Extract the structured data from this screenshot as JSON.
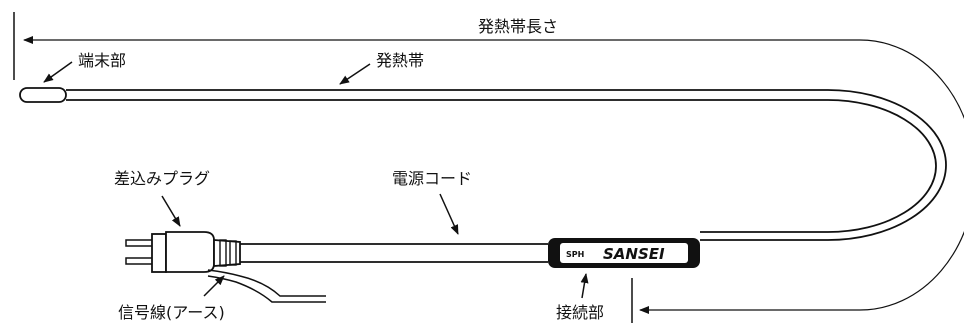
{
  "labels": {
    "heating_band_length": "発熱帯長さ",
    "terminal_end": "端末部",
    "heating_band": "発熱帯",
    "plug": "差込みプラグ",
    "power_cord": "電源コード",
    "ground_wire": "信号線(アース)",
    "connection": "接続部"
  },
  "connector": {
    "model": "SPH",
    "brand": "SANSEI"
  },
  "colors": {
    "line": "#111111",
    "connector_fill": "#111111",
    "connector_label_bg": "#ffffff"
  }
}
